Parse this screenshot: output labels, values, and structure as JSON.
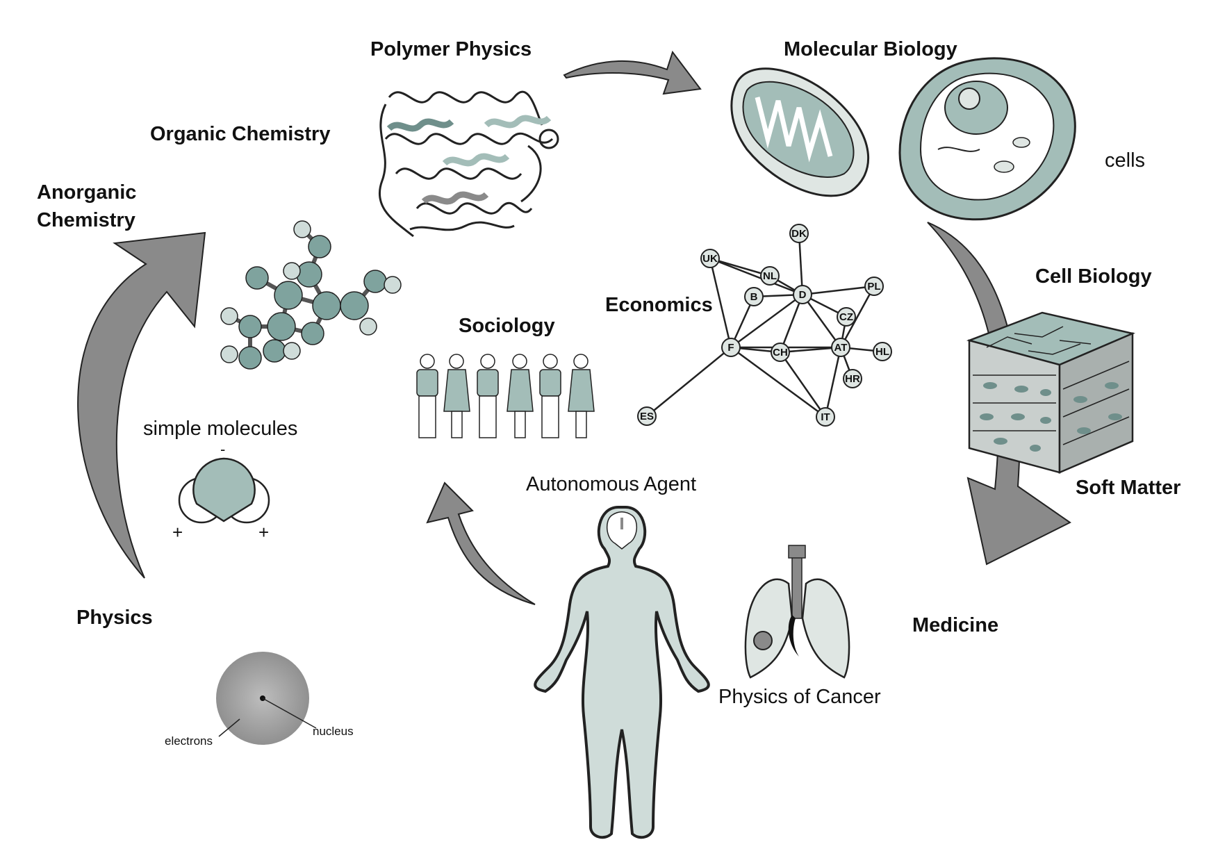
{
  "labels": {
    "polymer_physics": "Polymer Physics",
    "molecular_biology": "Molecular Biology",
    "organic_chemistry": "Organic Chemistry",
    "anorganic_line1": "Anorganic",
    "anorganic_line2": "Chemistry",
    "cells": "cells",
    "cell_biology": "Cell Biology",
    "economics": "Economics",
    "sociology": "Sociology",
    "simple_molecules": "simple molecules",
    "autonomous_agent": "Autonomous Agent",
    "soft_matter": "Soft Matter",
    "physics": "Physics",
    "medicine": "Medicine",
    "physics_of_cancer": "Physics of Cancer",
    "electrons": "electrons",
    "nucleus": "nucleus",
    "minus": "-",
    "plus_left": "+",
    "plus_right": "+"
  },
  "network": {
    "nodes": [
      "DK",
      "UK",
      "NL",
      "D",
      "PL",
      "B",
      "CZ",
      "F",
      "CH",
      "AT",
      "HL",
      "HR",
      "ES",
      "IT"
    ],
    "edges": [
      [
        "DK",
        "D"
      ],
      [
        "UK",
        "NL"
      ],
      [
        "NL",
        "D"
      ],
      [
        "UK",
        "F"
      ],
      [
        "UK",
        "D"
      ],
      [
        "B",
        "D"
      ],
      [
        "B",
        "F"
      ],
      [
        "D",
        "PL"
      ],
      [
        "D",
        "CZ"
      ],
      [
        "D",
        "F"
      ],
      [
        "D",
        "CH"
      ],
      [
        "D",
        "AT"
      ],
      [
        "PL",
        "AT"
      ],
      [
        "CZ",
        "AT"
      ],
      [
        "F",
        "CH"
      ],
      [
        "F",
        "ES"
      ],
      [
        "F",
        "IT"
      ],
      [
        "F",
        "AT"
      ],
      [
        "CH",
        "AT"
      ],
      [
        "CH",
        "IT"
      ],
      [
        "AT",
        "HL"
      ],
      [
        "AT",
        "HR"
      ],
      [
        "AT",
        "IT"
      ]
    ]
  },
  "colors": {
    "accent": "#a3bdb8",
    "accent_dark": "#6f8f8b",
    "arrow": "#8a8a8a",
    "stroke": "#222222"
  }
}
